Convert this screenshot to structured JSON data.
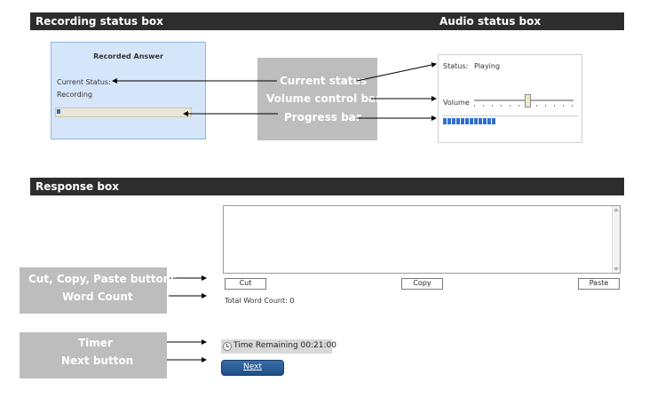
{
  "recording_header": {
    "left_title": "Recording status box",
    "right_title": "Audio status box"
  },
  "recorded_panel": {
    "title": "Recorded Answer",
    "status_label": "Current Status:",
    "status_value": "Recording"
  },
  "callouts_top": {
    "current_status": "Current status",
    "volume_control_bar": "Volume control bar",
    "progress_bar": "Progress bar"
  },
  "audio_panel": {
    "status_label": "Status:",
    "status_value": "Playing",
    "volume_label": "Volume"
  },
  "response_header": {
    "title": "Response box"
  },
  "callouts_bottom": {
    "cut_copy_paste": "Cut, Copy, Paste buttons",
    "word_count": "Word Count",
    "timer": "Timer",
    "next_button": "Next button"
  },
  "response_panel": {
    "cut_label": "Cut",
    "copy_label": "Copy",
    "paste_label": "Paste",
    "word_count_text": "Total Word Count: 0",
    "textarea_value": ""
  },
  "timer": {
    "text": "Time Remaining 00:21:00"
  },
  "next_button": {
    "label": "Next"
  },
  "colors": {
    "section_bar": "#2d2d2d",
    "callout_bg": "#bdbdbd",
    "panel_blue": "#d6e6fa",
    "progress_blue": "#2f6fd0",
    "next_button": "#1f4f86"
  }
}
